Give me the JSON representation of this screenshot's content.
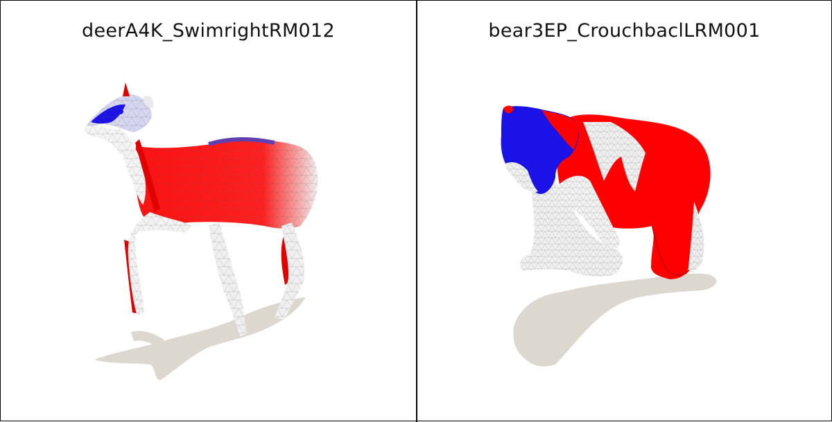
{
  "panels": [
    {
      "title": "deerA4K_SwimrightRM012",
      "model": "deer-mesh"
    },
    {
      "title": "bear3EP_CrouchbaclLRM001",
      "model": "bear-mesh"
    }
  ],
  "colors": {
    "background": "#ffffff",
    "border": "#000000",
    "shadow": "#dcd8d0",
    "mesh_white": "#f2f2f2",
    "mesh_red": "#ff0000",
    "mesh_blue": "#1a12e6"
  }
}
